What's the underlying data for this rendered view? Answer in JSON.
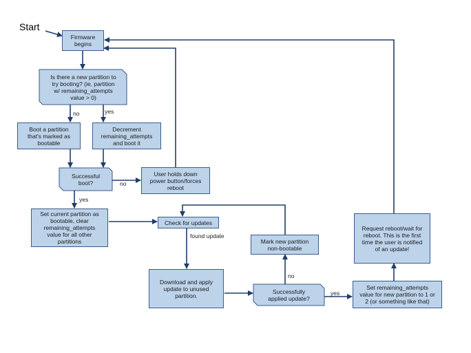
{
  "start_label": "Start",
  "nodes": {
    "firmware_begins": "Firmware\nbegins",
    "new_partition_q": "Is there a new partition to\ntry booting? (ie, partition\nw/ remaining_attempts\nvalue > 0)",
    "boot_bootable": "Boot a partition\nthat's marked as\nbootable",
    "decrement": "Decrement\nremaining_attempts\nand boot it",
    "successful_boot_q": "Successful\nboot?",
    "user_reboot": "User holds down\npower button/forces\nreboot",
    "set_current": "Set current partition as\nbootable, clear\nremaining_attempts\nvalue for all other\npartitions",
    "check_updates": "Check for updates",
    "download_apply": "Download and apply\nupdate to unused\npartition.",
    "mark_nonbootable": "Mark new partition\nnon-bootable",
    "applied_q": "Successfully\napplied update?",
    "set_remaining": "Set remaining_attempts\nvalue for new partition to 1 or\n2 (or something like that)",
    "request_reboot": "Request reboot/wait for\nreboot. This is the first\ntime the user is notified\nof an update!"
  },
  "edge_labels": {
    "no_1": "no",
    "yes_1": "yes",
    "no_2": "no",
    "yes_2": "yes",
    "found_update": "found update",
    "no_3": "no",
    "yes_3": "yes"
  }
}
